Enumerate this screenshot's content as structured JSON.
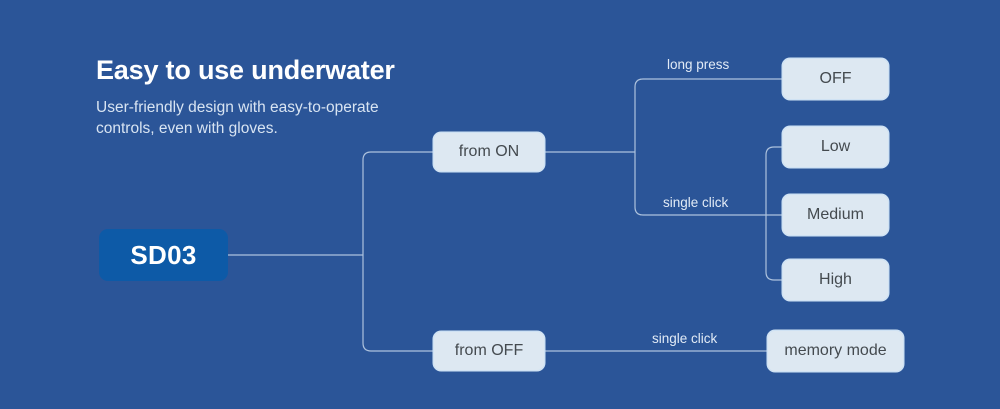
{
  "theme": {
    "background": "#2b5598",
    "node_fill": "#dde8f2",
    "node_text": "#444a4f",
    "root_fill": "#0d5aa7",
    "root_text": "#ffffff",
    "wire": "#adc2dd",
    "heading_text": "#ffffff",
    "subtitle_text": "#d8e4f2",
    "edge_label_text": "#e2ebf6"
  },
  "header": {
    "title": "Easy to use underwater",
    "subtitle_line1": "User-friendly design with easy-to-operate",
    "subtitle_line2": "controls, even with gloves."
  },
  "diagram": {
    "type": "flowchart",
    "root": {
      "label": "SD03"
    },
    "branches": [
      {
        "label": "from ON"
      },
      {
        "label": "from OFF"
      }
    ],
    "edge_labels": {
      "long_press": "long press",
      "single_click_on": "single click",
      "single_click_off": "single click"
    },
    "outputs": [
      {
        "label": "OFF"
      },
      {
        "label": "Low"
      },
      {
        "label": "Medium"
      },
      {
        "label": "High"
      },
      {
        "label": "memory mode"
      }
    ]
  }
}
